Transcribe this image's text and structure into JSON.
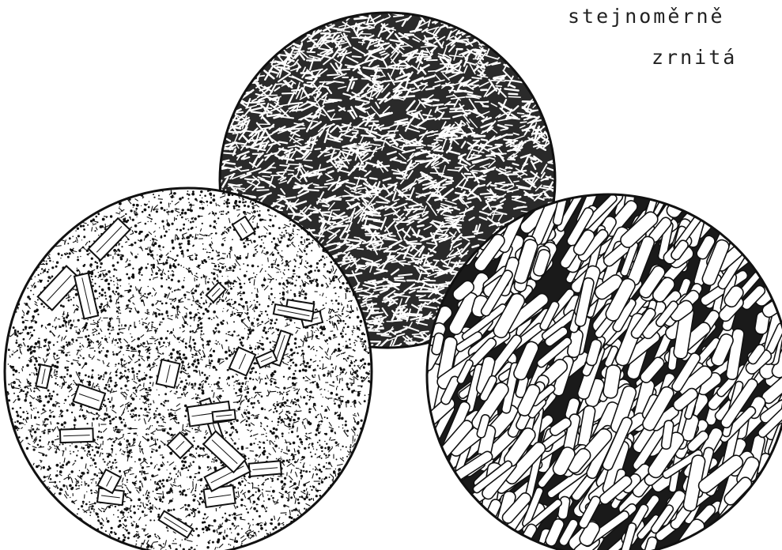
{
  "caption": {
    "line1": "stejnoměrně",
    "line2": "zrnitá"
  },
  "colors": {
    "ink": "#111111",
    "paper": "#ffffff"
  },
  "circles": [
    {
      "id": "thin-section-porphyritic",
      "texture": "porphyritic"
    },
    {
      "id": "thin-section-fine-grained",
      "texture": "fine-needles"
    },
    {
      "id": "thin-section-coarse-grained",
      "texture": "coarse-laths"
    }
  ]
}
